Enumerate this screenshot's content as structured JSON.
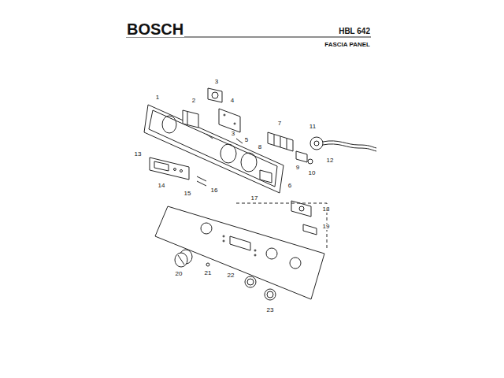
{
  "diagram": {
    "labels": [
      "BOSCH",
      "HBL 642",
      "FASCIA PANEL",
      "1",
      "2",
      "3",
      "4",
      "5",
      "3",
      "6",
      "7",
      "8",
      "9",
      "10",
      "11",
      "12",
      "13",
      "14",
      "15",
      "16",
      "17",
      "18",
      "19",
      "20",
      "21",
      "22",
      "23"
    ]
  }
}
